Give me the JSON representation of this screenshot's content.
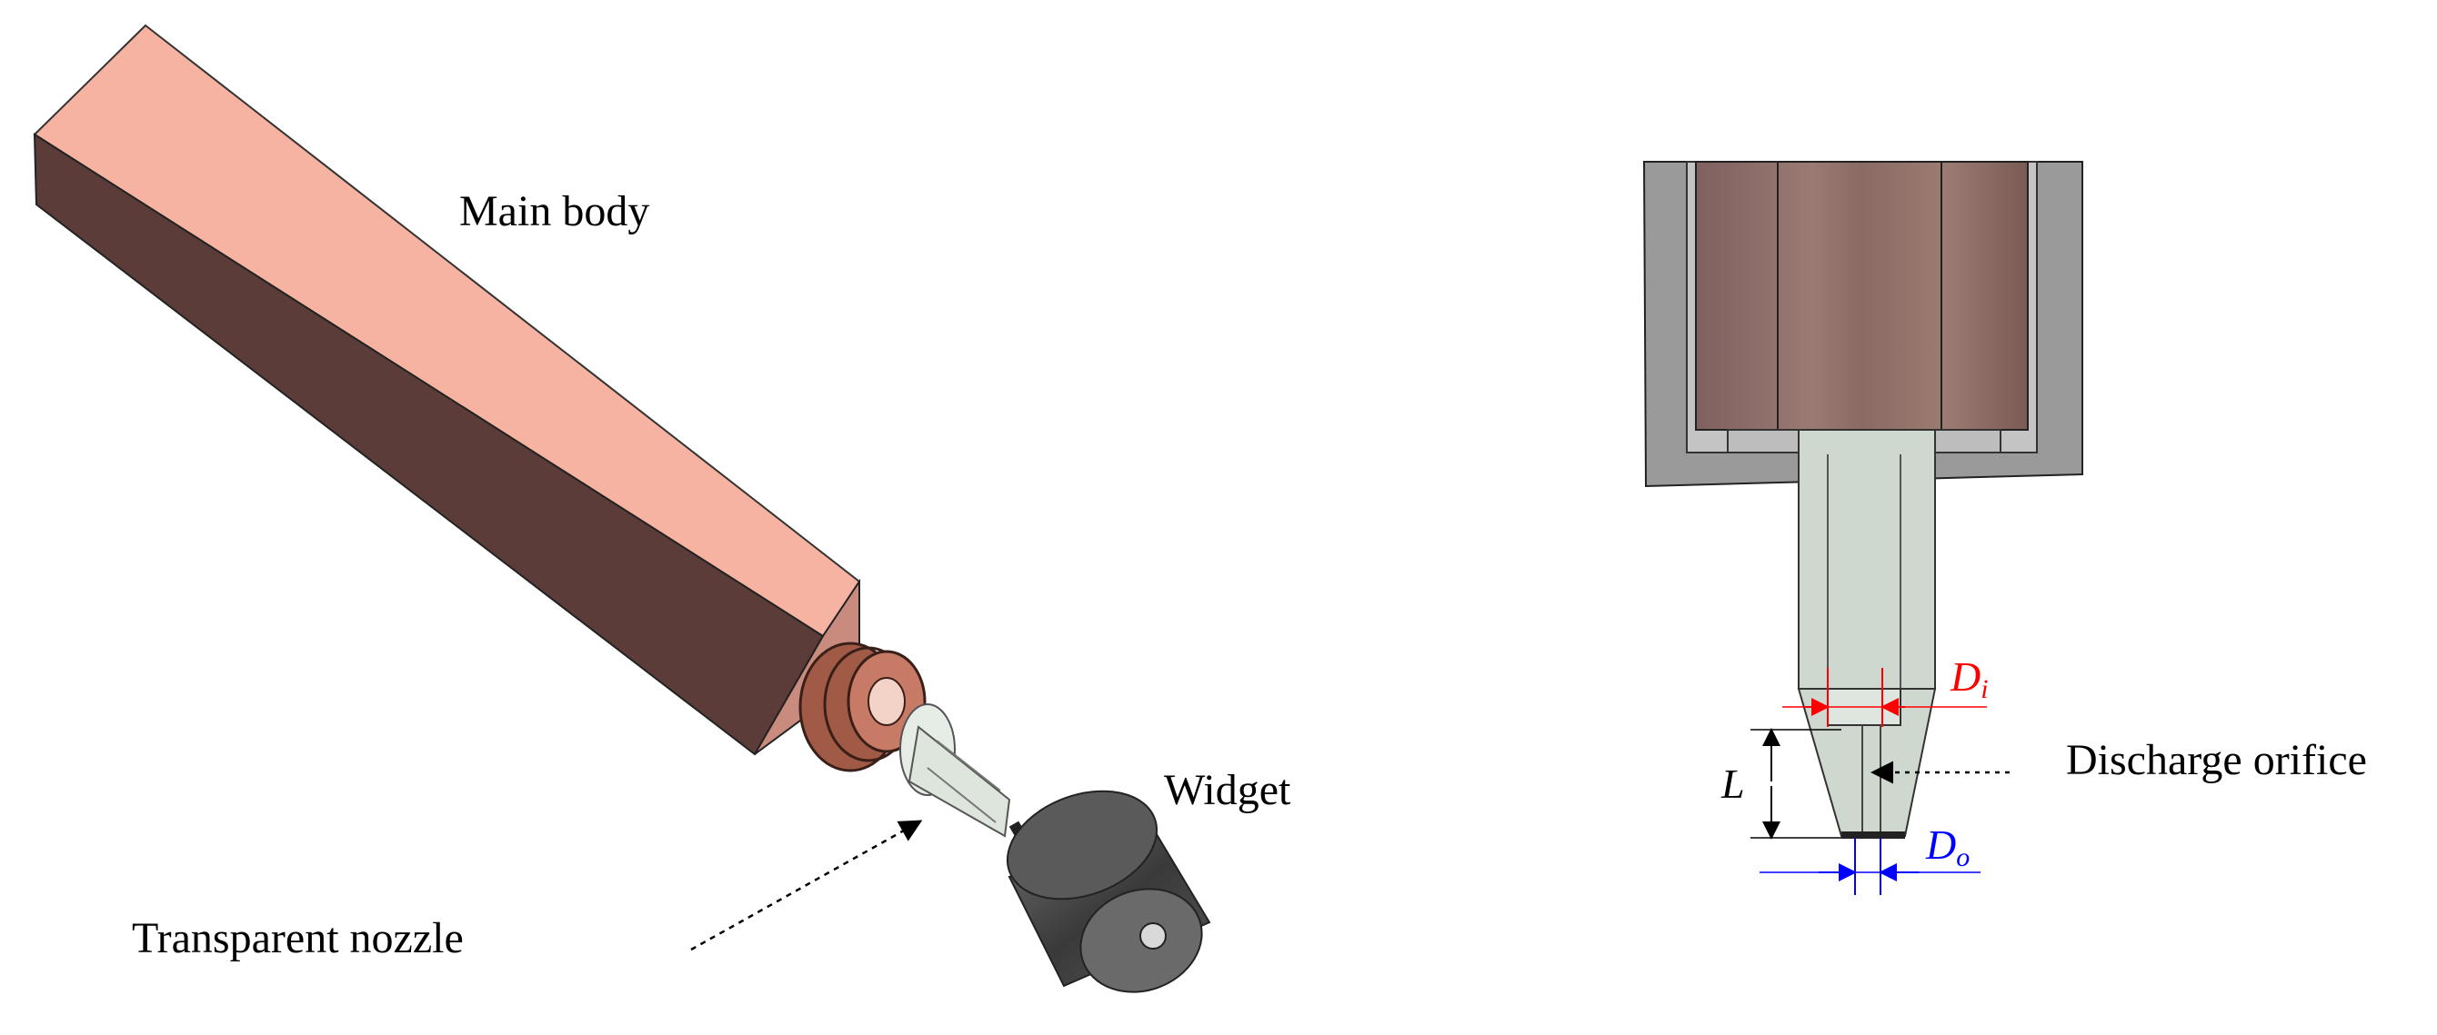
{
  "left_figure": {
    "labels": {
      "main_body": "Main body",
      "widget": "Widget",
      "transparent_nozzle": "Transparent nozzle"
    }
  },
  "right_figure": {
    "labels": {
      "Di_main": "D",
      "Di_sub": "i",
      "discharge_orifice": "Discharge orifice",
      "L": "L",
      "Do_main": "D",
      "Do_sub": "o"
    }
  },
  "colors": {
    "body_top": "#f6b3a1",
    "body_side": "#5c3c38",
    "body_end": "#c98b7e",
    "nozzle": "#dde5dd",
    "widget": "#4a4a4a",
    "di_dimension": "#ff0000",
    "do_dimension": "#0000ff"
  }
}
